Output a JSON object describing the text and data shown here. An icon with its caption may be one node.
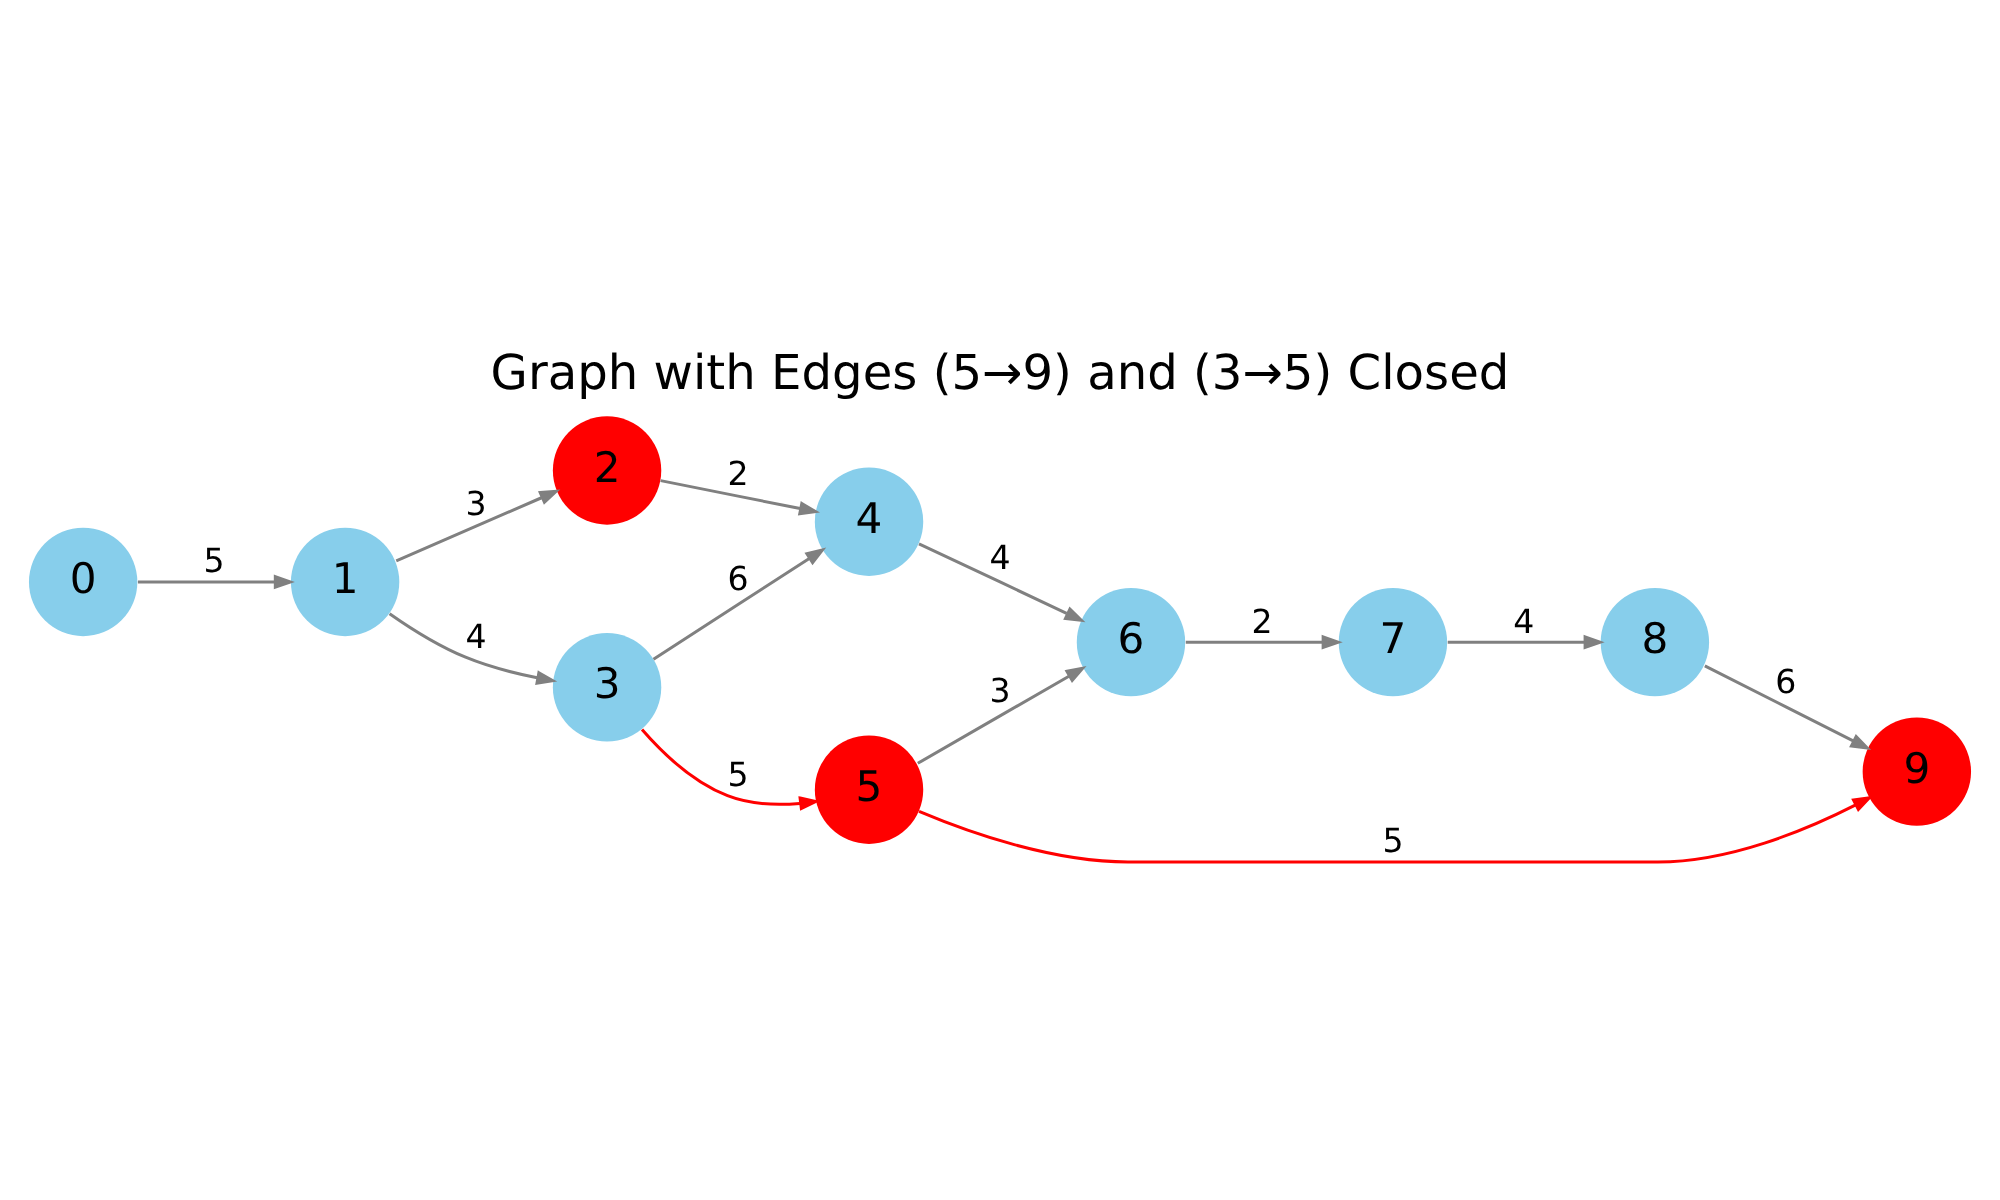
{
  "diagram": {
    "title": "Graph with Edges (5→9) and (3→5) Closed",
    "nodes": [
      {
        "text": [
          "0"
        ]
      },
      {
        "text": [
          "1"
        ]
      },
      {
        "text": [
          "2"
        ]
      },
      {
        "text": [
          "3"
        ]
      },
      {
        "text": [
          "4"
        ]
      },
      {
        "text": [
          "5"
        ]
      },
      {
        "text": [
          "6"
        ]
      },
      {
        "text": [
          "7"
        ]
      },
      {
        "text": [
          "8"
        ]
      },
      {
        "text": [
          "9"
        ]
      }
    ],
    "edges": [
      {
        "from": 0,
        "to": 1,
        "arrow": "to",
        "label": "5"
      },
      {
        "from": 1,
        "to": 2,
        "arrow": "to",
        "label": "3"
      },
      {
        "from": 1,
        "to": 3,
        "arrow": "to",
        "label": "4"
      },
      {
        "from": 3,
        "to": 4,
        "arrow": "to",
        "label": "6"
      },
      {
        "from": 2,
        "to": 4,
        "arrow": "to",
        "label": "2"
      },
      {
        "from": 3,
        "to": 5,
        "arrow": "to",
        "label": "5",
        "color": "#ff0000"
      },
      {
        "from": 4,
        "to": 6,
        "arrow": "to",
        "label": "4"
      },
      {
        "from": 5,
        "to": 6,
        "arrow": "to",
        "label": "3"
      },
      {
        "from": 6,
        "to": 7,
        "arrow": "to",
        "label": "2"
      },
      {
        "from": 7,
        "to": 8,
        "arrow": "to",
        "label": "4"
      },
      {
        "from": 5,
        "to": 9,
        "arrow": "to",
        "label": "5",
        "color": "#ff0000"
      },
      {
        "from": 8,
        "to": 9,
        "arrow": "to",
        "label": "6"
      }
    ]
  }
}
